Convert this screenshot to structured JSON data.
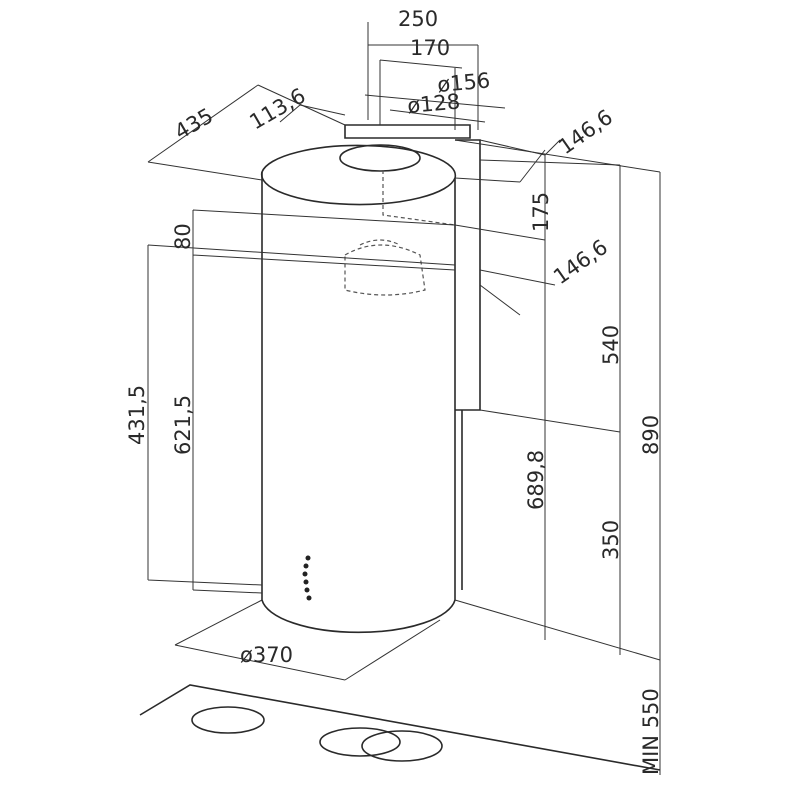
{
  "dimensions": {
    "top_width": "250",
    "chimney_width": "170",
    "outer_duct_diameter": "ø156",
    "inner_duct_diameter": "ø128",
    "depth": "435",
    "offset": "113,6",
    "top_right_offset": "146,6",
    "top_height": "175",
    "gap": "80",
    "mid_offset": "146,6",
    "upper_height": "540",
    "total_height": "890",
    "left_height": "431,5",
    "left_height_2": "621,5",
    "body_height": "689,8",
    "lower_height": "350",
    "body_diameter": "ø370",
    "min_clearance": "MIN 550"
  }
}
